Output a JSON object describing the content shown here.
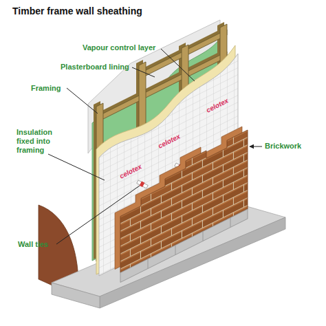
{
  "diagram": {
    "title": "Timber frame wall sheathing",
    "labels": [
      "Vapour control layer",
      "Plasterboard lining",
      "Framing",
      "Insulation fixed into framing",
      "Brickwork",
      "Wall ties",
      "celotex",
      "celotex",
      "celotex"
    ]
  }
}
